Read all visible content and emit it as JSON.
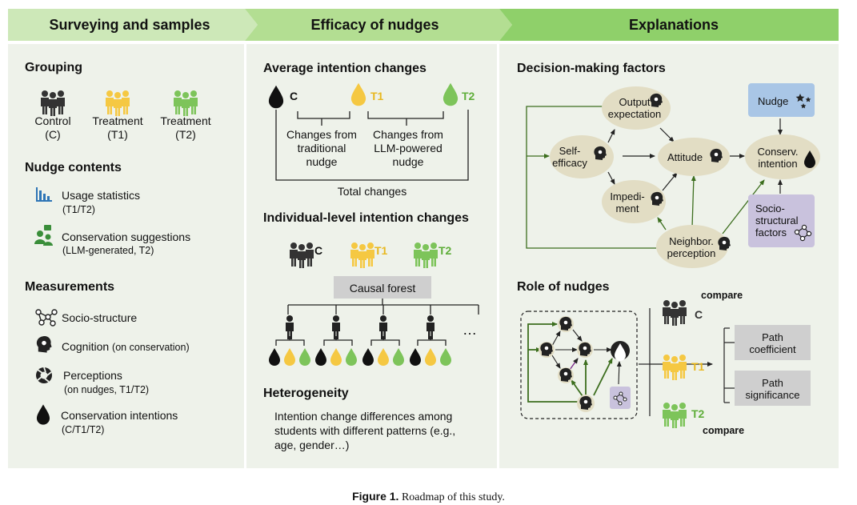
{
  "columns": {
    "left": "Surveying and samples",
    "middle": "Efficacy of nudges",
    "right": "Explanations"
  },
  "left": {
    "grouping_title": "Grouping",
    "groups": [
      {
        "name": "Control",
        "code": "(C)"
      },
      {
        "name": "Treatment",
        "code": "(T1)"
      },
      {
        "name": "Treatment",
        "code": "(T2)"
      }
    ],
    "nudge_title": "Nudge contents",
    "nudges": [
      {
        "label": "Usage statistics",
        "sub": "(T1/T2)"
      },
      {
        "label": "Conservation suggestions",
        "sub": "(LLM-generated, T2)"
      }
    ],
    "measure_title": "Measurements",
    "measures": [
      {
        "label": "Socio-structure",
        "sub": ""
      },
      {
        "label": "Cognition",
        "inline": "(on conservation)"
      },
      {
        "label": "Perceptions",
        "sub": "(on nudges, T1/T2)"
      },
      {
        "label": "Conservation intentions",
        "sub": "(C/T1/T2)"
      }
    ]
  },
  "middle": {
    "avg_title": "Average intention changes",
    "drops": [
      "C",
      "T1",
      "T2"
    ],
    "change_trad": [
      "Changes from",
      "traditional",
      "nudge"
    ],
    "change_llm": [
      "Changes from",
      "LLM-powered",
      "nudge"
    ],
    "total": "Total changes",
    "ind_title": "Individual-level intention changes",
    "ind_groups": [
      "C",
      "T1",
      "T2"
    ],
    "causal": "Causal forest",
    "ellipsis": "…",
    "het_title": "Heterogeneity",
    "het_text": [
      "Intention change differences among",
      "students with different patterns (e.g.,",
      "age, gender…)"
    ]
  },
  "right": {
    "dm_title": "Decision-making factors",
    "nodes": {
      "output": [
        "Output",
        "expectation"
      ],
      "self": [
        "Self-",
        "efficacy"
      ],
      "attitude": "Attitude",
      "conserv": [
        "Conserv.",
        "intention"
      ],
      "imped": [
        "Impedi-",
        "ment"
      ],
      "neighbor": [
        "Neighbor.",
        "perception"
      ],
      "nudge": "Nudge",
      "socio": [
        "Socio-",
        "structural",
        "factors"
      ]
    },
    "role_title": "Role of nudges",
    "compare": "compare",
    "groups": [
      "C",
      "T1",
      "T2"
    ],
    "path_coef": [
      "Path",
      "coefficient"
    ],
    "path_sig": [
      "Path",
      "significance"
    ]
  },
  "caption": {
    "label": "Figure 1.",
    "text": "Roadmap of this study."
  },
  "colors": {
    "black": "#222222",
    "yellow": "#F5C842",
    "green": "#7DC45A",
    "darkgreen": "#3C6E1E",
    "panel": "#EEF2EA",
    "header_light": "#CDE8B8",
    "header_mid": "#B3DE92",
    "header_dark": "#8FD06A",
    "node": "#E2DDC4",
    "nudge_box": "#A9C6E6",
    "socio_box": "#C9C2DD",
    "grey_box": "#CFCFCF"
  }
}
